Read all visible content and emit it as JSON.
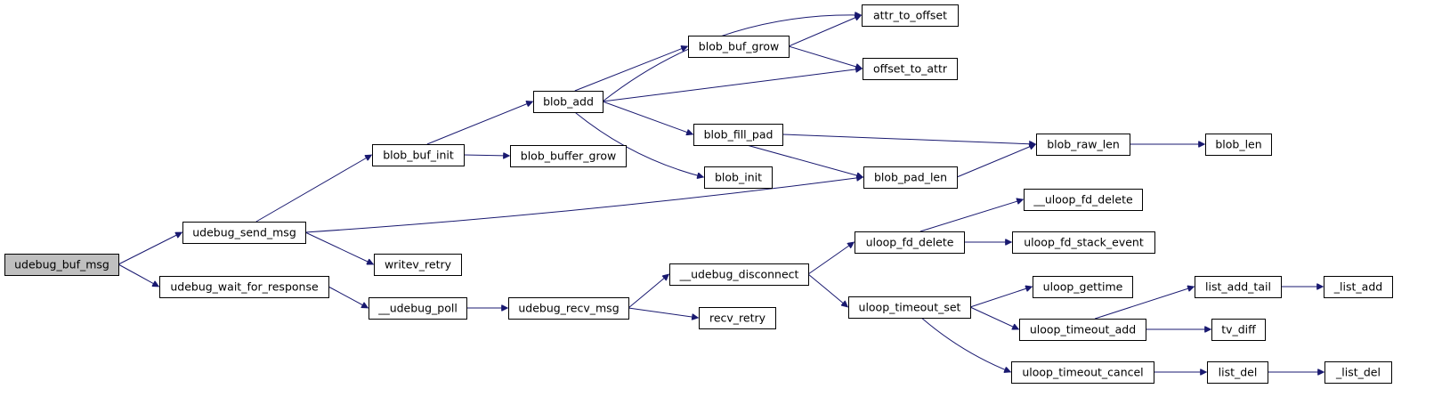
{
  "graph": {
    "colors": {
      "edge": "#191970",
      "node_border": "#000000",
      "root_fill": "#bfbfbf",
      "node_fill": "#ffffff"
    },
    "nodes": [
      {
        "id": "udebug_buf_msg",
        "label": "udebug_buf_msg",
        "root": true
      },
      {
        "id": "udebug_send_msg",
        "label": "udebug_send_msg"
      },
      {
        "id": "udebug_wait_for_response",
        "label": "udebug_wait_for_response"
      },
      {
        "id": "blob_buf_init",
        "label": "blob_buf_init"
      },
      {
        "id": "writev_retry",
        "label": "writev_retry"
      },
      {
        "id": "blob_pad_len",
        "label": "blob_pad_len"
      },
      {
        "id": "__udebug_poll",
        "label": "__udebug_poll"
      },
      {
        "id": "blob_add",
        "label": "blob_add"
      },
      {
        "id": "blob_buffer_grow",
        "label": "blob_buffer_grow"
      },
      {
        "id": "udebug_recv_msg",
        "label": "udebug_recv_msg"
      },
      {
        "id": "blob_buf_grow",
        "label": "blob_buf_grow"
      },
      {
        "id": "blob_fill_pad",
        "label": "blob_fill_pad"
      },
      {
        "id": "blob_init",
        "label": "blob_init"
      },
      {
        "id": "__udebug_disconnect",
        "label": "__udebug_disconnect"
      },
      {
        "id": "recv_retry",
        "label": "recv_retry"
      },
      {
        "id": "attr_to_offset",
        "label": "attr_to_offset"
      },
      {
        "id": "offset_to_attr",
        "label": "offset_to_attr"
      },
      {
        "id": "blob_raw_len",
        "label": "blob_raw_len"
      },
      {
        "id": "blob_len",
        "label": "blob_len"
      },
      {
        "id": "uloop_fd_delete",
        "label": "uloop_fd_delete"
      },
      {
        "id": "uloop_timeout_set",
        "label": "uloop_timeout_set"
      },
      {
        "id": "__uloop_fd_delete",
        "label": "__uloop_fd_delete"
      },
      {
        "id": "uloop_fd_stack_event",
        "label": "uloop_fd_stack_event"
      },
      {
        "id": "uloop_gettime",
        "label": "uloop_gettime"
      },
      {
        "id": "uloop_timeout_add",
        "label": "uloop_timeout_add"
      },
      {
        "id": "uloop_timeout_cancel",
        "label": "uloop_timeout_cancel"
      },
      {
        "id": "list_add_tail",
        "label": "list_add_tail"
      },
      {
        "id": "tv_diff",
        "label": "tv_diff"
      },
      {
        "id": "list_del",
        "label": "list_del"
      },
      {
        "id": "_list_add",
        "label": "_list_add"
      },
      {
        "id": "_list_del",
        "label": "_list_del"
      }
    ],
    "edges": [
      {
        "from": "udebug_buf_msg",
        "to": "udebug_send_msg"
      },
      {
        "from": "udebug_buf_msg",
        "to": "udebug_wait_for_response"
      },
      {
        "from": "udebug_send_msg",
        "to": "blob_buf_init"
      },
      {
        "from": "udebug_send_msg",
        "to": "writev_retry"
      },
      {
        "from": "udebug_send_msg",
        "to": "blob_pad_len"
      },
      {
        "from": "udebug_wait_for_response",
        "to": "__udebug_poll"
      },
      {
        "from": "blob_buf_init",
        "to": "blob_add"
      },
      {
        "from": "blob_buf_init",
        "to": "blob_buffer_grow"
      },
      {
        "from": "blob_add",
        "to": "attr_to_offset"
      },
      {
        "from": "blob_add",
        "to": "blob_buf_grow"
      },
      {
        "from": "blob_add",
        "to": "offset_to_attr"
      },
      {
        "from": "blob_add",
        "to": "blob_fill_pad"
      },
      {
        "from": "blob_add",
        "to": "blob_init"
      },
      {
        "from": "blob_buf_grow",
        "to": "attr_to_offset"
      },
      {
        "from": "blob_buf_grow",
        "to": "offset_to_attr"
      },
      {
        "from": "blob_fill_pad",
        "to": "blob_raw_len"
      },
      {
        "from": "blob_fill_pad",
        "to": "blob_pad_len"
      },
      {
        "from": "blob_pad_len",
        "to": "blob_raw_len"
      },
      {
        "from": "blob_raw_len",
        "to": "blob_len"
      },
      {
        "from": "__udebug_poll",
        "to": "udebug_recv_msg"
      },
      {
        "from": "udebug_recv_msg",
        "to": "__udebug_disconnect"
      },
      {
        "from": "udebug_recv_msg",
        "to": "recv_retry"
      },
      {
        "from": "__udebug_disconnect",
        "to": "uloop_fd_delete"
      },
      {
        "from": "__udebug_disconnect",
        "to": "uloop_timeout_set"
      },
      {
        "from": "uloop_fd_delete",
        "to": "__uloop_fd_delete"
      },
      {
        "from": "uloop_fd_delete",
        "to": "uloop_fd_stack_event"
      },
      {
        "from": "uloop_timeout_set",
        "to": "uloop_gettime"
      },
      {
        "from": "uloop_timeout_set",
        "to": "uloop_timeout_add"
      },
      {
        "from": "uloop_timeout_set",
        "to": "uloop_timeout_cancel"
      },
      {
        "from": "uloop_timeout_add",
        "to": "list_add_tail"
      },
      {
        "from": "uloop_timeout_add",
        "to": "tv_diff"
      },
      {
        "from": "uloop_timeout_cancel",
        "to": "list_del"
      },
      {
        "from": "list_add_tail",
        "to": "_list_add"
      },
      {
        "from": "list_del",
        "to": "_list_del"
      }
    ]
  }
}
